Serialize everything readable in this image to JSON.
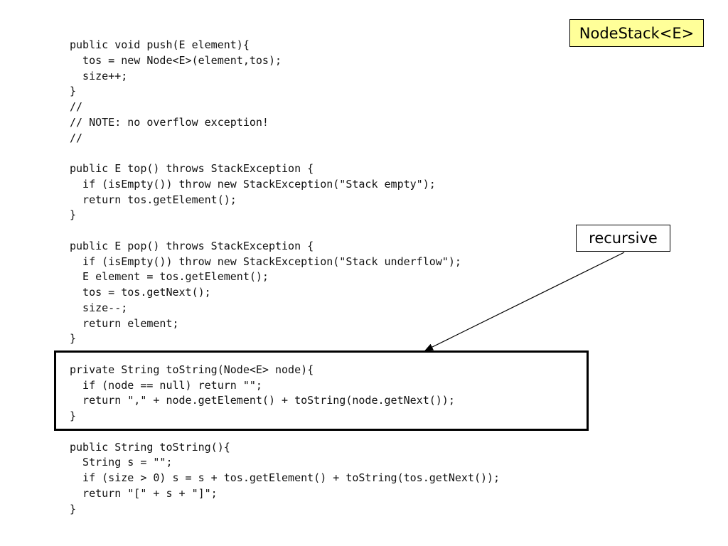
{
  "title": "NodeStack<E>",
  "callout": {
    "label": "recursive"
  },
  "code": [
    "public void push(E element){",
    "  tos = new Node<E>(element,tos);",
    "  size++;",
    "}",
    "//",
    "// NOTE: no overflow exception!",
    "//",
    "",
    "public E top() throws StackException {",
    "  if (isEmpty()) throw new StackException(\"Stack empty\");",
    "  return tos.getElement();",
    "}",
    "",
    "public E pop() throws StackException {",
    "  if (isEmpty()) throw new StackException(\"Stack underflow\");",
    "  E element = tos.getElement();",
    "  tos = tos.getNext();",
    "  size--;",
    "  return element;",
    "}",
    "",
    "private String toString(Node<E> node){",
    "  if (node == null) return \"\";",
    "  return \",\" + node.getElement() + toString(node.getNext());",
    "}",
    "",
    "public String toString(){",
    "  String s = \"\";",
    "  if (size > 0) s = s + tos.getElement() + toString(tos.getNext());",
    "  return \"[\" + s + \"]\";",
    "}"
  ]
}
